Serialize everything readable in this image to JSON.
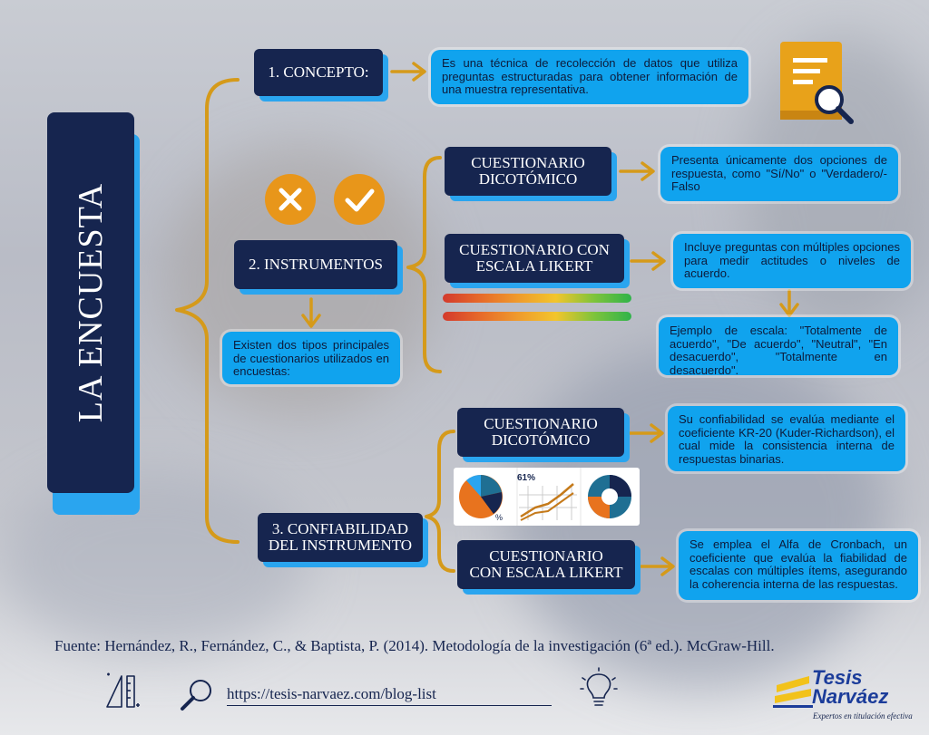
{
  "title": "LA ENCUESTA",
  "concepto": {
    "label": "1. CONCEPTO:",
    "text": "Es una técnica de recolección de datos que utiliza preguntas estructuradas para obtener información de una muestra representativa."
  },
  "instrumentos": {
    "label": "2. INSTRUMENTOS",
    "note": "Existen dos tipos principales de cuestionarios utilizados en encuestas:",
    "dicotomico": {
      "label_line1": "CUESTIONARIO",
      "label_line2": "DICOTÓMICO",
      "text": "Presenta únicamente dos opciones de respuesta, como \"Sí/No\" o \"Verdadero/-Falso"
    },
    "likert": {
      "label_line1": "CUESTIONARIO CON",
      "label_line2": "ESCALA LIKERT",
      "text": "Incluye preguntas con múltiples opciones para medir actitudes o niveles de acuerdo.",
      "example": "Ejemplo de escala: \"Totalmente de acuerdo\", \"De acuerdo\", \"Neutral\", \"En desacuerdo\", \"Totalmente en desacuerdo\"."
    }
  },
  "confiabilidad": {
    "label_line1": "3. CONFIABILIDAD",
    "label_line2": "DEL INSTRUMENTO",
    "dicotomico": {
      "label_line1": "CUESTIONARIO",
      "label_line2": "DICOTÓMICO",
      "text": "Su confiabilidad se evalúa mediante el coeficiente KR-20 (Kuder-Richardson), el cual mide la consistencia interna de respuestas binarias."
    },
    "likert": {
      "label_line1": "CUESTIONARIO",
      "label_line2": "CON ESCALA LIKERT",
      "text": "Se emplea el Alfa de Cronbach, un coeficiente que evalúa la fiabilidad de escalas con múltiples ítems, asegurando la coherencia interna de las respuestas."
    },
    "chart_percent_label": "61%",
    "chart_pct_sign": "%"
  },
  "footer": {
    "source": "Fuente: Hernández, R., Fernández, C., & Baptista, P. (2014). Metodología de la investigación (6ª ed.). McGraw-Hill.",
    "url": "https://tesis-narvaez.com/blog-list"
  },
  "logo": {
    "name_line1": "Tesis",
    "name_line2": "Narváez",
    "tagline": "Expertos en titulación efectiva"
  },
  "colors": {
    "navy": "#16254f",
    "accent_blue": "#10a3ee",
    "gold": "#d59a1a",
    "orange": "#e8a21a"
  },
  "icons": [
    "document-search-icon",
    "x-icon",
    "check-icon",
    "ruler-pencil-icon",
    "magnifier-icon",
    "lightbulb-icon"
  ]
}
